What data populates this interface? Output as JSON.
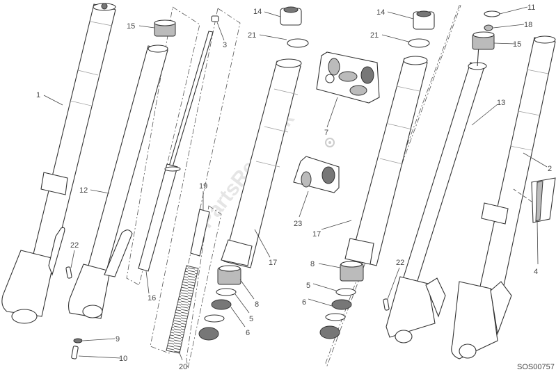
{
  "diagram": {
    "title": "Front fork exploded view",
    "code": "SOS00757",
    "watermark": "PartsRepublik",
    "callouts": {
      "c1": "1",
      "c2": "2",
      "c3": "3",
      "c4": "4",
      "c5a": "5",
      "c5b": "5",
      "c6a": "6",
      "c6b": "6",
      "c7": "7",
      "c8a": "8",
      "c8b": "8",
      "c9": "9",
      "c10": "10",
      "c11": "11",
      "c12": "12",
      "c13": "13",
      "c14a": "14",
      "c14b": "14",
      "c15a": "15",
      "c15b": "15",
      "c16": "16",
      "c17a": "17",
      "c17b": "17",
      "c18": "18",
      "c19": "19",
      "c20": "20",
      "c21a": "21",
      "c21b": "21",
      "c22a": "22",
      "c22b": "22",
      "c23": "23"
    }
  }
}
